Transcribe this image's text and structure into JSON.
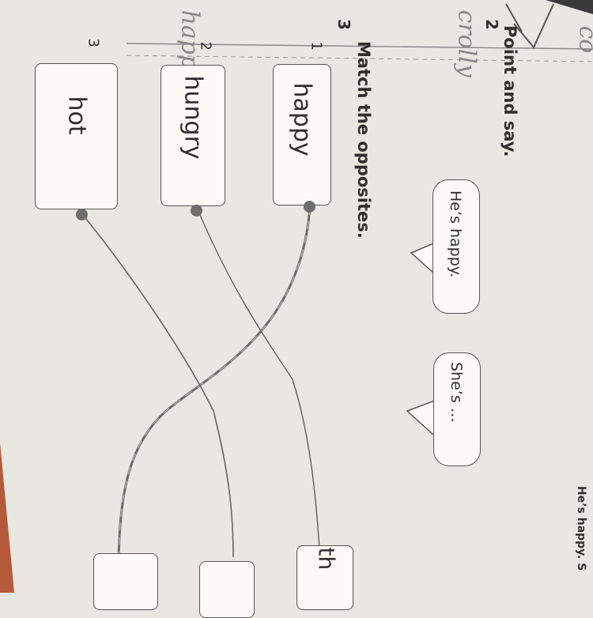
{
  "exercise2": {
    "number": "2",
    "title": "Point and say."
  },
  "exercise3": {
    "number": "3",
    "title": "Match the opposites."
  },
  "speech": [
    "He’s happy.",
    "She’s …"
  ],
  "words": [
    {
      "number": "1",
      "word": "happy"
    },
    {
      "number": "2",
      "word": "hungry"
    },
    {
      "number": "3",
      "word": "hot"
    }
  ],
  "partial_word": "th",
  "handwriting": [
    "happy",
    "crolly",
    "co"
  ],
  "footer": "He’s happy. S",
  "colors": {
    "paper": "#e9e7e1",
    "ink": "#2f2f2f",
    "pencil": "#6d6d6d",
    "box": "#fbfaf6"
  }
}
